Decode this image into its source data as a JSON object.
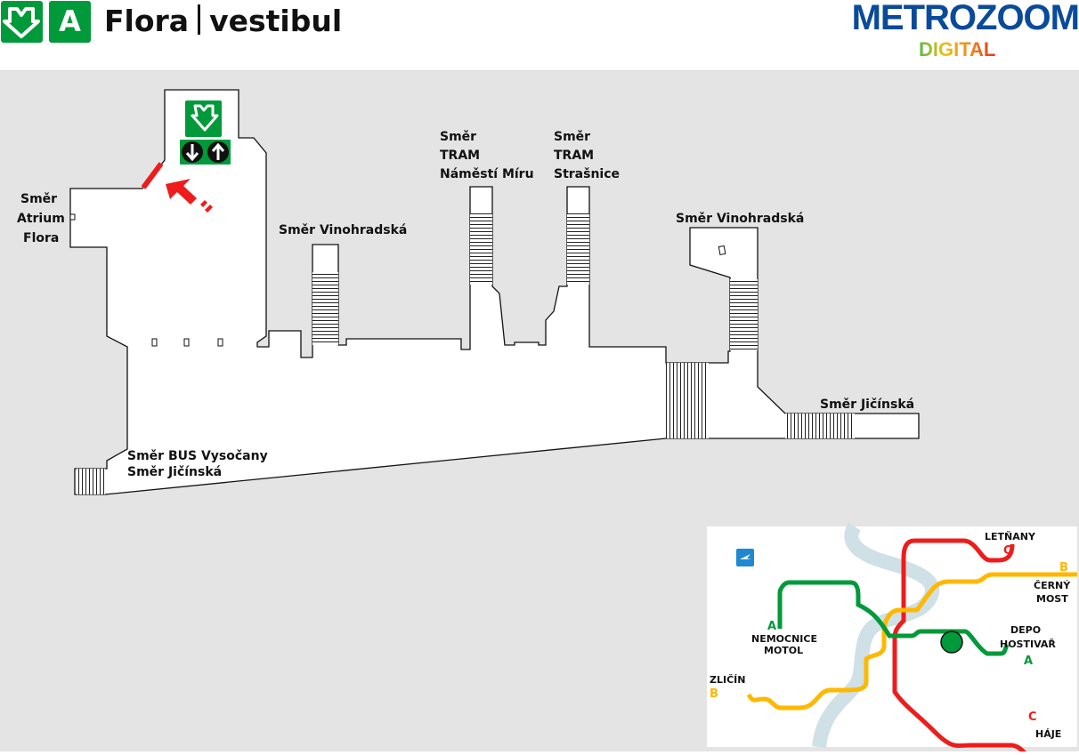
{
  "header": {
    "line_letter": "A",
    "station": "Flora",
    "section": "vestibul",
    "logo_main": "METROZOOM",
    "logo_sub": "DIGITAL"
  },
  "labels": {
    "atrium": [
      "Směr",
      "Atrium",
      "Flora"
    ],
    "vinohradska_left": "Směr Vinohradská",
    "tram_namesti": [
      "Směr",
      "TRAM",
      "Náměstí Míru"
    ],
    "tram_strasnice": [
      "Směr",
      "TRAM",
      "Strašnice"
    ],
    "vinohradska_right": "Směr Vinohradská",
    "jicinska_right": "Směr Jičínská",
    "bus": [
      "Směr BUS Vysočany",
      "Směr Jičínská"
    ]
  },
  "minimap": {
    "stations": {
      "letnany": "LETŇANY",
      "cerny_most": [
        "ČERNÝ",
        "MOST"
      ],
      "depo": [
        "DEPO",
        "HOSTIVAŘ"
      ],
      "motol": [
        "NEMOCNICE",
        "MOTOL"
      ],
      "zlicin": "ZLIČÍN",
      "haje": "HÁJE"
    },
    "line_letters": {
      "a": "A",
      "b": "B",
      "c": "C"
    },
    "colors": {
      "a": "#009a3a",
      "b": "#ffb800",
      "c": "#ee1c1c",
      "river": "#cfe0e6"
    }
  },
  "colors": {
    "metro_green": "#009a3a",
    "exit_arrow": "#ee1c1c",
    "logo_blue": "#0a4a9a"
  }
}
